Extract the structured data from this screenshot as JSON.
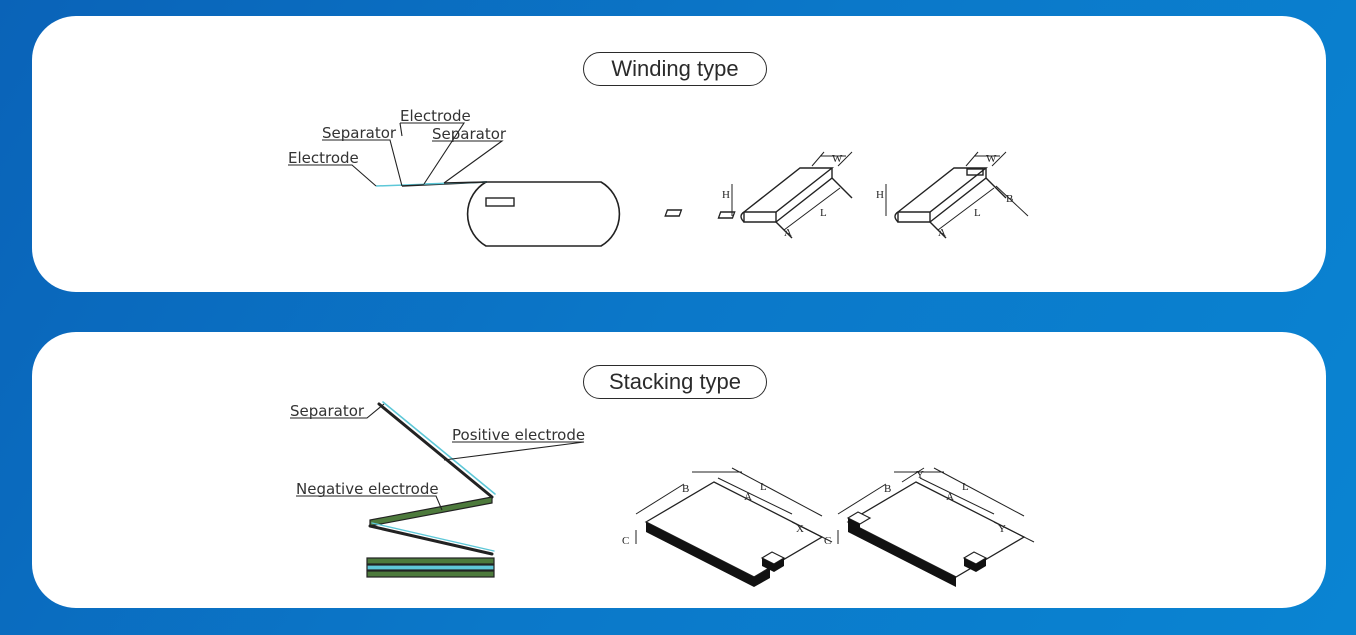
{
  "winding": {
    "title": "Winding type",
    "labels": {
      "electrode_top": "Electrode",
      "separator_left": "Separator",
      "separator_right": "Separator",
      "electrode_left": "Electrode"
    },
    "dims": {
      "w1": "W",
      "h1": "H",
      "l1": "L",
      "a1": "A",
      "w2": "W",
      "h2": "H",
      "l2": "L",
      "a2": "A",
      "b2": "B"
    }
  },
  "stacking": {
    "title": "Stacking type",
    "labels": {
      "separator": "Separator",
      "positive": "Positive electrode",
      "negative": "Negative electrode"
    },
    "dims": {
      "b1": "B",
      "a1": "A",
      "l1": "L",
      "x1": "X",
      "c1": "C",
      "b2": "B",
      "y2": "Y",
      "a2": "A",
      "l2": "L",
      "x2": "Y",
      "c2": "C"
    }
  },
  "colors": {
    "background": "#0b78c9",
    "panel": "#ffffff",
    "separator_line": "#222222",
    "electrode_cyan": "#5ec8d8",
    "negative_green": "#4d7a3c"
  }
}
